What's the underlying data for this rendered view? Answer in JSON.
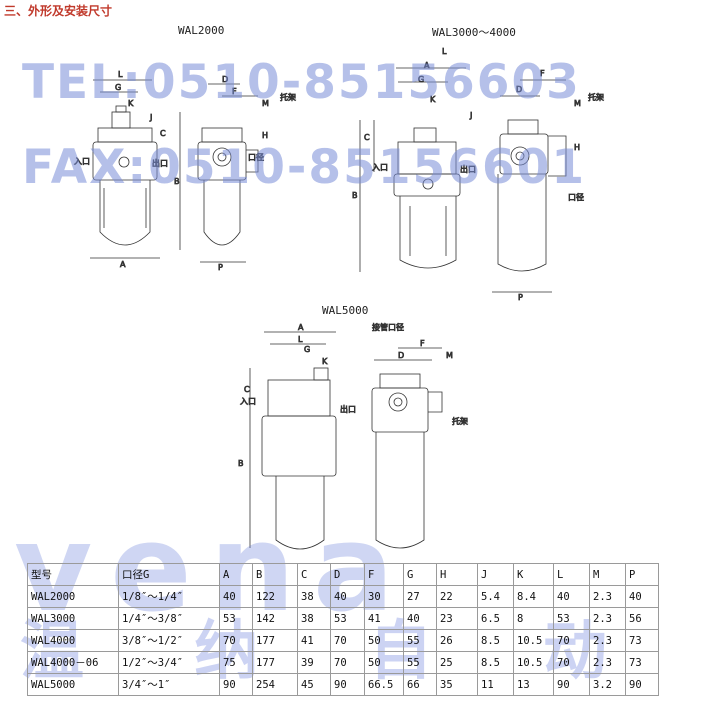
{
  "section_title": "三、外形及安装尺寸",
  "drawings": {
    "wal2000": {
      "model": "WAL2000",
      "dims": [
        "L",
        "G",
        "K",
        "J",
        "C",
        "B",
        "A",
        "D",
        "F",
        "M",
        "H",
        "P"
      ],
      "inlet": "入口",
      "outlet": "出口",
      "bracket": "托架",
      "port": "口径"
    },
    "wal3000": {
      "model": "WAL3000～4000",
      "dims": [
        "L",
        "A",
        "G",
        "K",
        "J",
        "C",
        "B",
        "D",
        "F",
        "M",
        "H",
        "P"
      ],
      "inlet": "入口",
      "outlet": "出口",
      "bracket": "托架",
      "port": "口径"
    },
    "wal5000": {
      "model": "WAL5000",
      "dims": [
        "A",
        "L",
        "G",
        "K",
        "C",
        "B",
        "D",
        "F",
        "M"
      ],
      "inlet": "入口",
      "outlet": "出口",
      "bracket": "托架",
      "pipe_port": "接管口径"
    }
  },
  "watermark": {
    "tel": "TEL:0510-85156603",
    "fax": "FAX:0510-85156601",
    "logo": "vena",
    "cn": "温 纳 自 动 化"
  },
  "table": {
    "headers": [
      "型号",
      "口径G",
      "A",
      "B",
      "C",
      "D",
      "F",
      "G",
      "H",
      "J",
      "K",
      "L",
      "M",
      "P"
    ],
    "rows": [
      [
        "WAL2000",
        "1/8″～1/4″",
        "40",
        "122",
        "38",
        "40",
        "30",
        "27",
        "22",
        "5.4",
        "8.4",
        "40",
        "2.3",
        "40"
      ],
      [
        "WAL3000",
        "1/4″～3/8″",
        "53",
        "142",
        "38",
        "53",
        "41",
        "40",
        "23",
        "6.5",
        "8",
        "53",
        "2.3",
        "56"
      ],
      [
        "WAL4000",
        "3/8″～1/2″",
        "70",
        "177",
        "41",
        "70",
        "50",
        "55",
        "26",
        "8.5",
        "10.5",
        "70",
        "2.3",
        "73"
      ],
      [
        "WAL4000－06",
        "1/2″～3/4″",
        "75",
        "177",
        "39",
        "70",
        "50",
        "55",
        "25",
        "8.5",
        "10.5",
        "70",
        "2.3",
        "73"
      ],
      [
        "WAL5000",
        "3/4″～1″",
        "90",
        "254",
        "45",
        "90",
        "66.5",
        "66",
        "35",
        "11",
        "13",
        "90",
        "3.2",
        "90"
      ]
    ]
  }
}
